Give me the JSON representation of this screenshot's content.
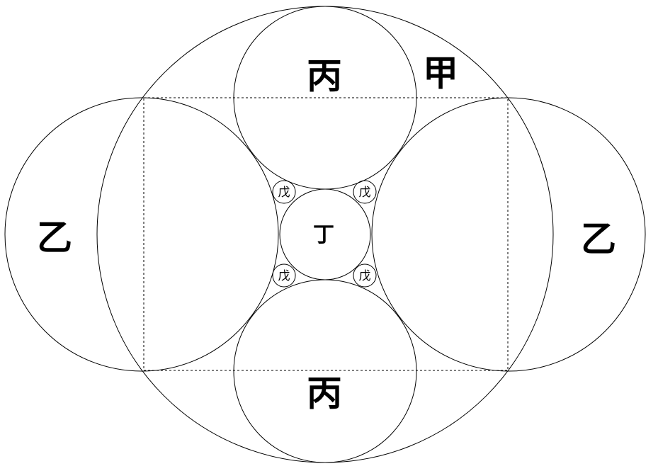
{
  "labels": {
    "outer_circle": "甲",
    "side_circle_left": "乙",
    "side_circle_right": "乙",
    "top_circle": "丙",
    "bottom_circle": "丙",
    "center_circle": "丁",
    "small_circle_top_left": "戊",
    "small_circle_top_right": "戊",
    "small_circle_bottom_left": "戊",
    "small_circle_bottom_right": "戊"
  },
  "colors": {
    "stroke": "#000000",
    "background": "#ffffff"
  }
}
